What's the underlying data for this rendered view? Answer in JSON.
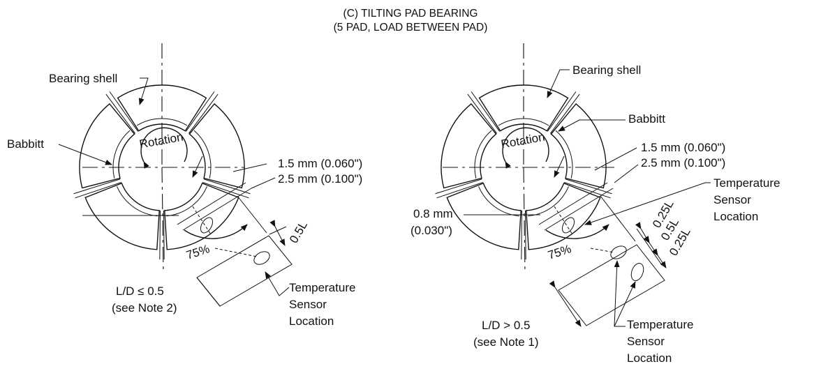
{
  "title": {
    "line1": "(C) TILTING PAD BEARING",
    "line2": "(5 PAD, LOAD BETWEEN PAD)"
  },
  "left": {
    "bearing_shell": "Bearing shell",
    "babbitt": "Babbitt",
    "rotation": "Rotation",
    "gap_a": "1.5 mm (0.060\")",
    "gap_b": "2.5 mm (0.100\")",
    "pct": "75%",
    "dim_half": "0.5L",
    "ratio": "L/D ≤ 0.5",
    "note": "(see Note 2)",
    "sensor_1": "Temperature",
    "sensor_2": "Sensor",
    "sensor_3": "Location"
  },
  "right": {
    "bearing_shell": "Bearing shell",
    "babbitt": "Babbitt",
    "rotation": "Rotation",
    "gap_a": "1.5 mm (0.060\")",
    "gap_b": "2.5 mm (0.100\")",
    "offset_a": "0.8 mm",
    "offset_b": "(0.030\")",
    "pct": "75%",
    "dim_q1": "0.25L",
    "dim_half": "0.5L",
    "dim_q2": "0.25L",
    "ratio": "L/D  > 0.5",
    "note": "(see Note 1)",
    "sensor_top_1": "Temperature",
    "sensor_top_2": "Sensor",
    "sensor_top_3": "Location",
    "sensor_bot_1": "Temperature",
    "sensor_bot_2": "Sensor",
    "sensor_bot_3": "Location"
  }
}
